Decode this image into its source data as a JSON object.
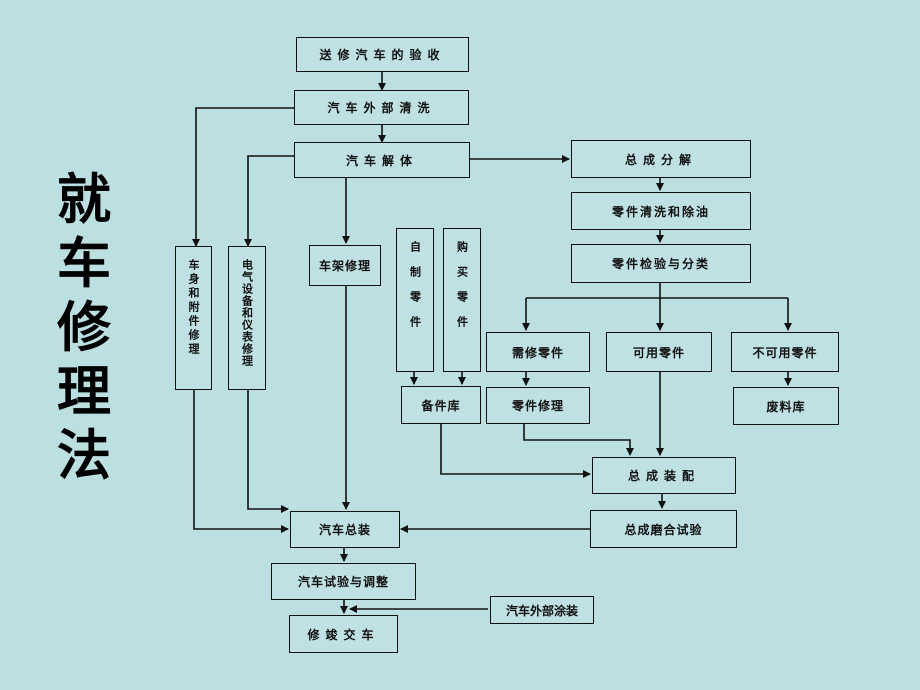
{
  "title": [
    "就",
    "车",
    "修",
    "理",
    "法"
  ],
  "boxes": {
    "receive": "送修汽车的验收",
    "wash": "汽车外部清洗",
    "disassemble": "汽车解体",
    "assembly_disassemble": "总成分解",
    "parts_clean": "零件清洗和除油",
    "parts_inspect": "零件检验与分类",
    "body": "车身和附件修理",
    "electric": "电气设备和仪表修理",
    "frame": "车架修理",
    "self_made": "自制零件",
    "purchased": "购买零件",
    "need_repair": "需修零件",
    "usable": "可用零件",
    "unusable": "不可用零件",
    "spare_store": "备件库",
    "parts_repair": "零件修理",
    "scrap_store": "废料库",
    "assembly": "总成装配",
    "assembly_test": "总成磨合试验",
    "general_assembly": "汽车总装",
    "test_adjust": "汽车试验与调整",
    "paint": "汽车外部涂装",
    "delivery": "修竣交车"
  }
}
